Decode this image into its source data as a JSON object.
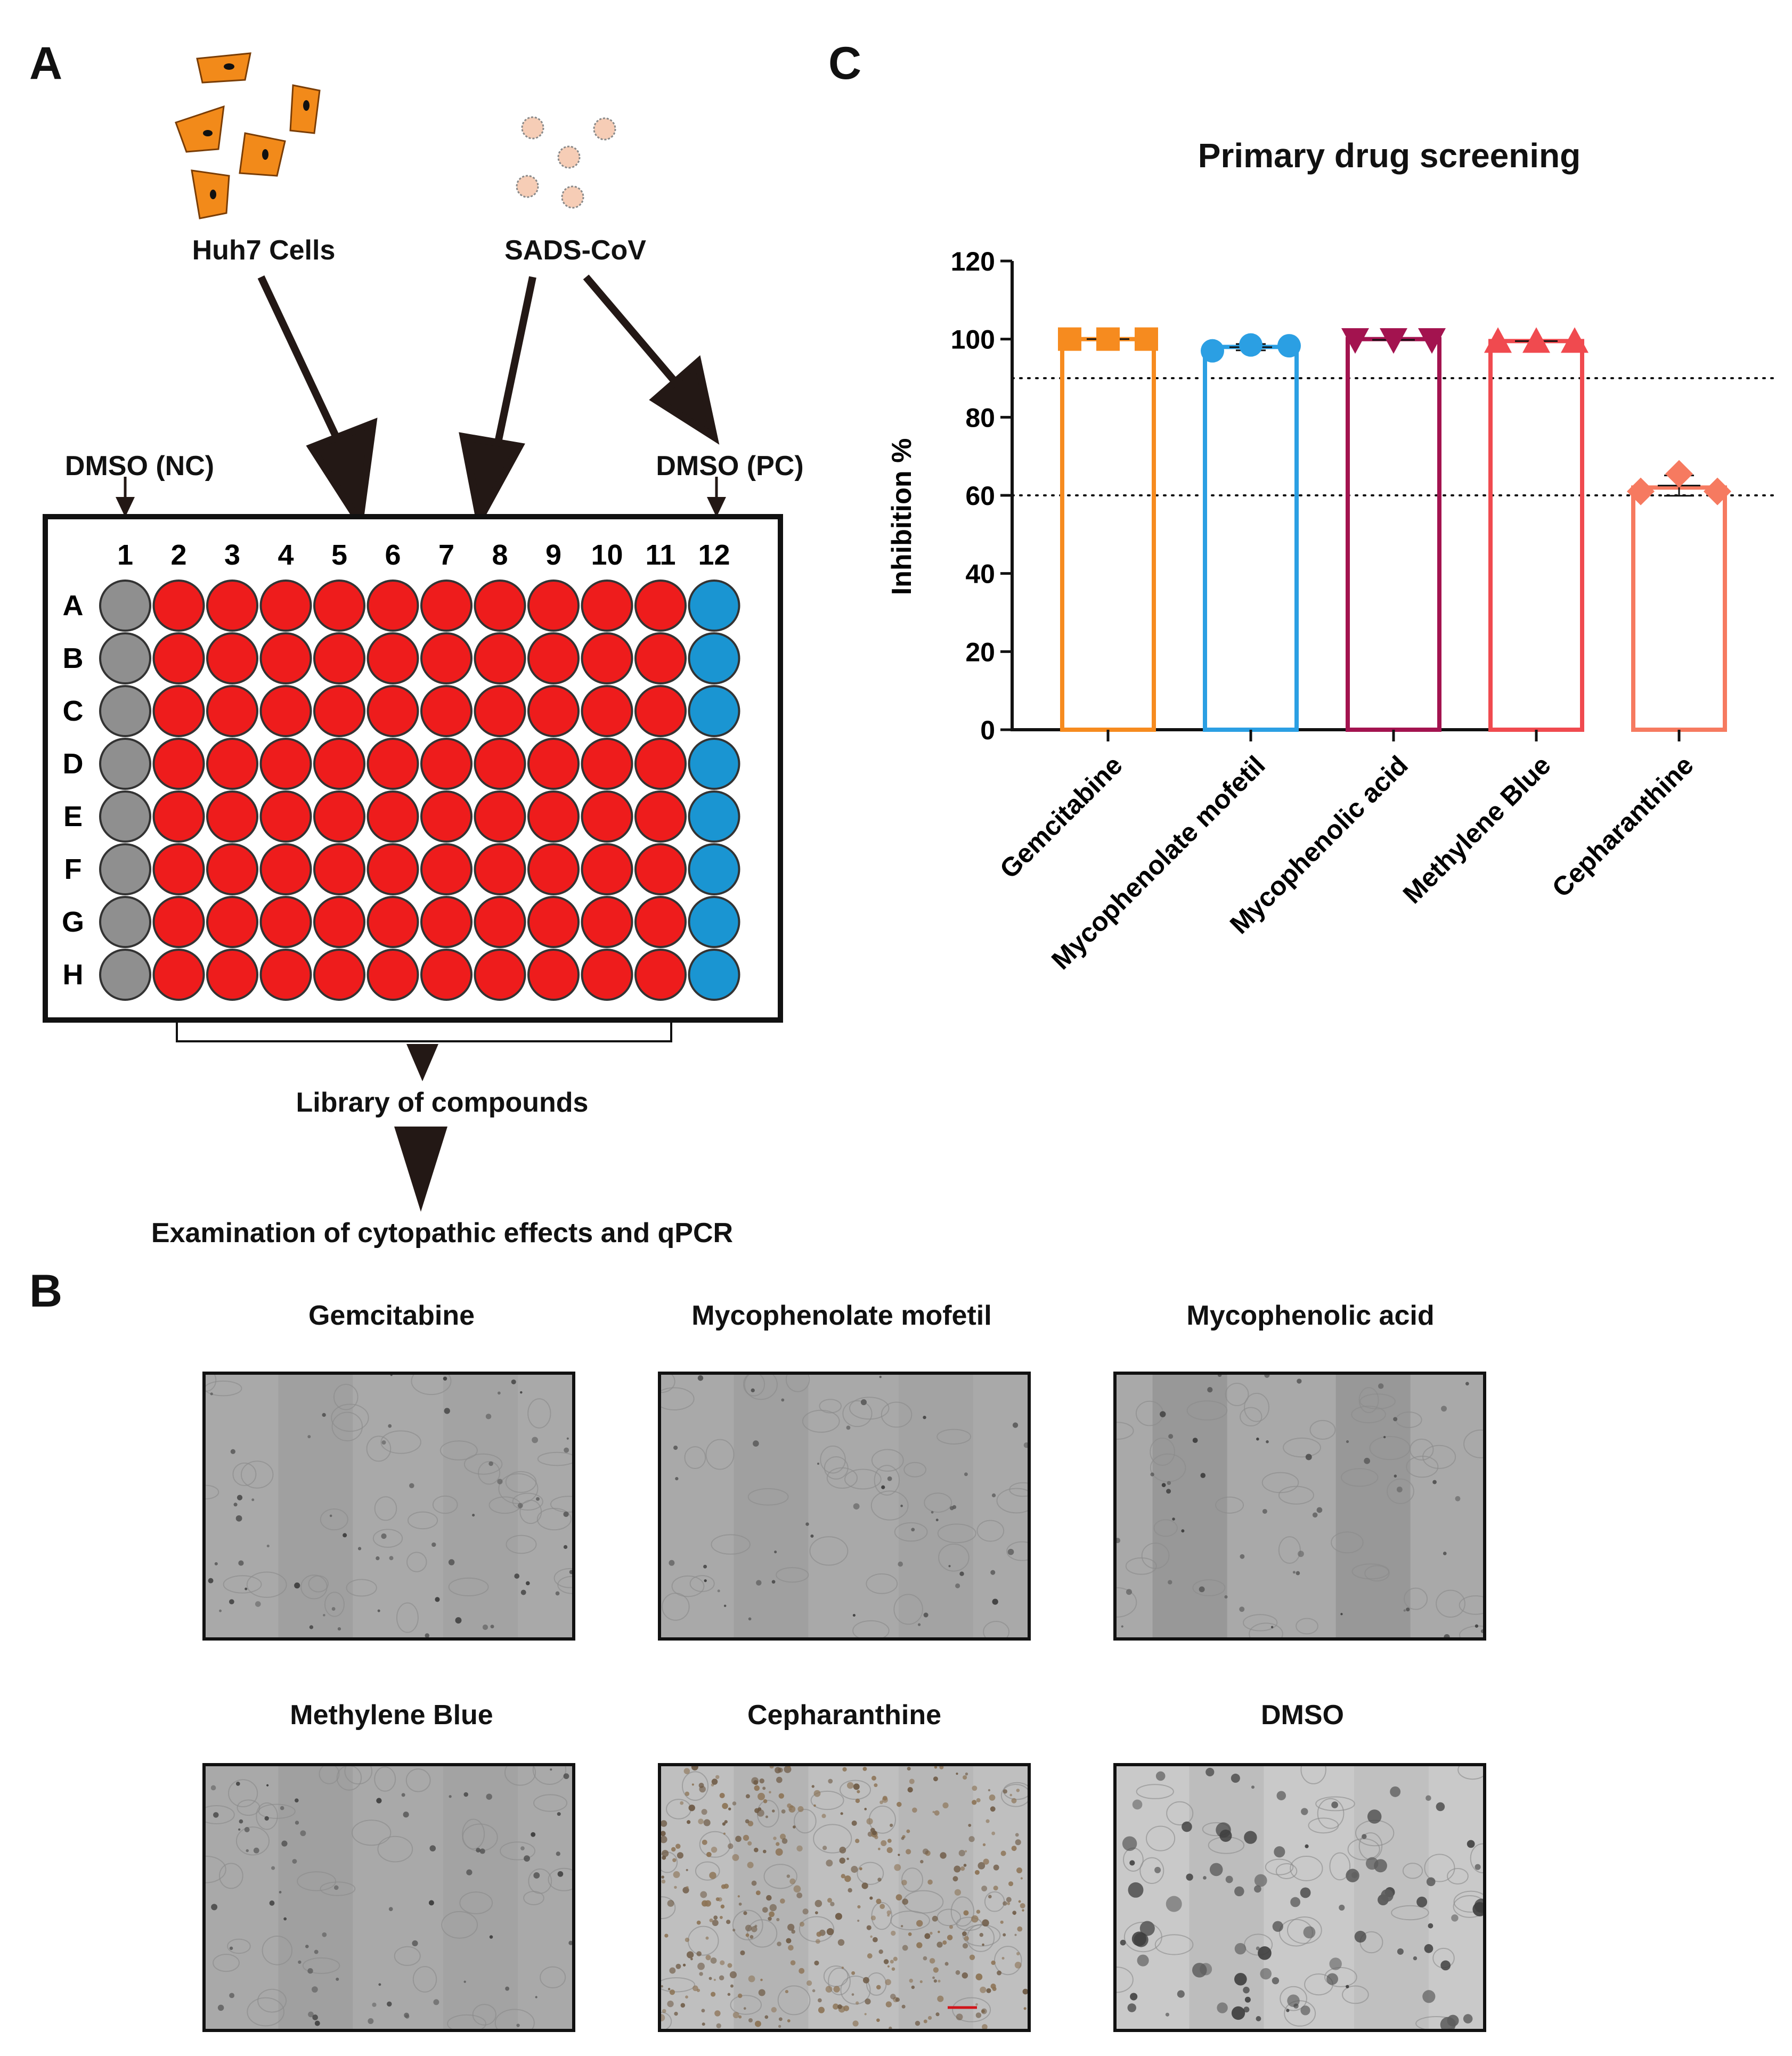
{
  "panel_labels": {
    "a": "A",
    "b": "B",
    "c": "C"
  },
  "panel_a": {
    "cells_label": "Huh7 Cells",
    "virus_label": "SADS-CoV",
    "nc_label": "DMSO (NC)",
    "pc_label": "DMSO (PC)",
    "library_label": "Library of compounds",
    "exam_label": "Examination of cytopathic effects and qPCR",
    "columns": [
      "1",
      "2",
      "3",
      "4",
      "5",
      "6",
      "7",
      "8",
      "9",
      "10",
      "11",
      "12"
    ],
    "rows": [
      "A",
      "B",
      "C",
      "D",
      "E",
      "F",
      "G",
      "H"
    ],
    "colors": {
      "nc_well": "#8f8f8f",
      "compound_well": "#ee1c1c",
      "pc_well": "#1a95d2",
      "cell": "#f28a1a",
      "virion": "#f6cdb6"
    }
  },
  "panel_b": {
    "images": [
      {
        "title": "Gemcitabine"
      },
      {
        "title": "Mycophenolate mofetil"
      },
      {
        "title": "Mycophenolic acid"
      },
      {
        "title": "Methylene Blue"
      },
      {
        "title": "Cepharanthine"
      },
      {
        "title": "DMSO"
      }
    ]
  },
  "chart_data": {
    "type": "bar",
    "title": "Primary drug screening",
    "xlabel": "",
    "ylabel": "Inhibition %",
    "ylim": [
      0,
      120
    ],
    "yticks": [
      0,
      20,
      40,
      60,
      80,
      100,
      120
    ],
    "reference_lines": [
      60,
      90
    ],
    "categories": [
      "Gemcitabine",
      "Mycophenolate mofetil",
      "Mycophenolic acid",
      "Methylene Blue",
      "Cepharanthine"
    ],
    "values": [
      100,
      98,
      100,
      99.5,
      62
    ],
    "points": [
      [
        100,
        100,
        100
      ],
      [
        97,
        98.5,
        98.3
      ],
      [
        99.8,
        99.8,
        99.8
      ],
      [
        99.5,
        99.5,
        99.5
      ],
      [
        61,
        65.5,
        61
      ]
    ],
    "markers": [
      "square",
      "circle",
      "triangle-down",
      "triangle-up",
      "diamond"
    ],
    "colors": [
      "#f68b1f",
      "#2b9fe3",
      "#a3134f",
      "#f04a4f",
      "#f67a60"
    ]
  }
}
